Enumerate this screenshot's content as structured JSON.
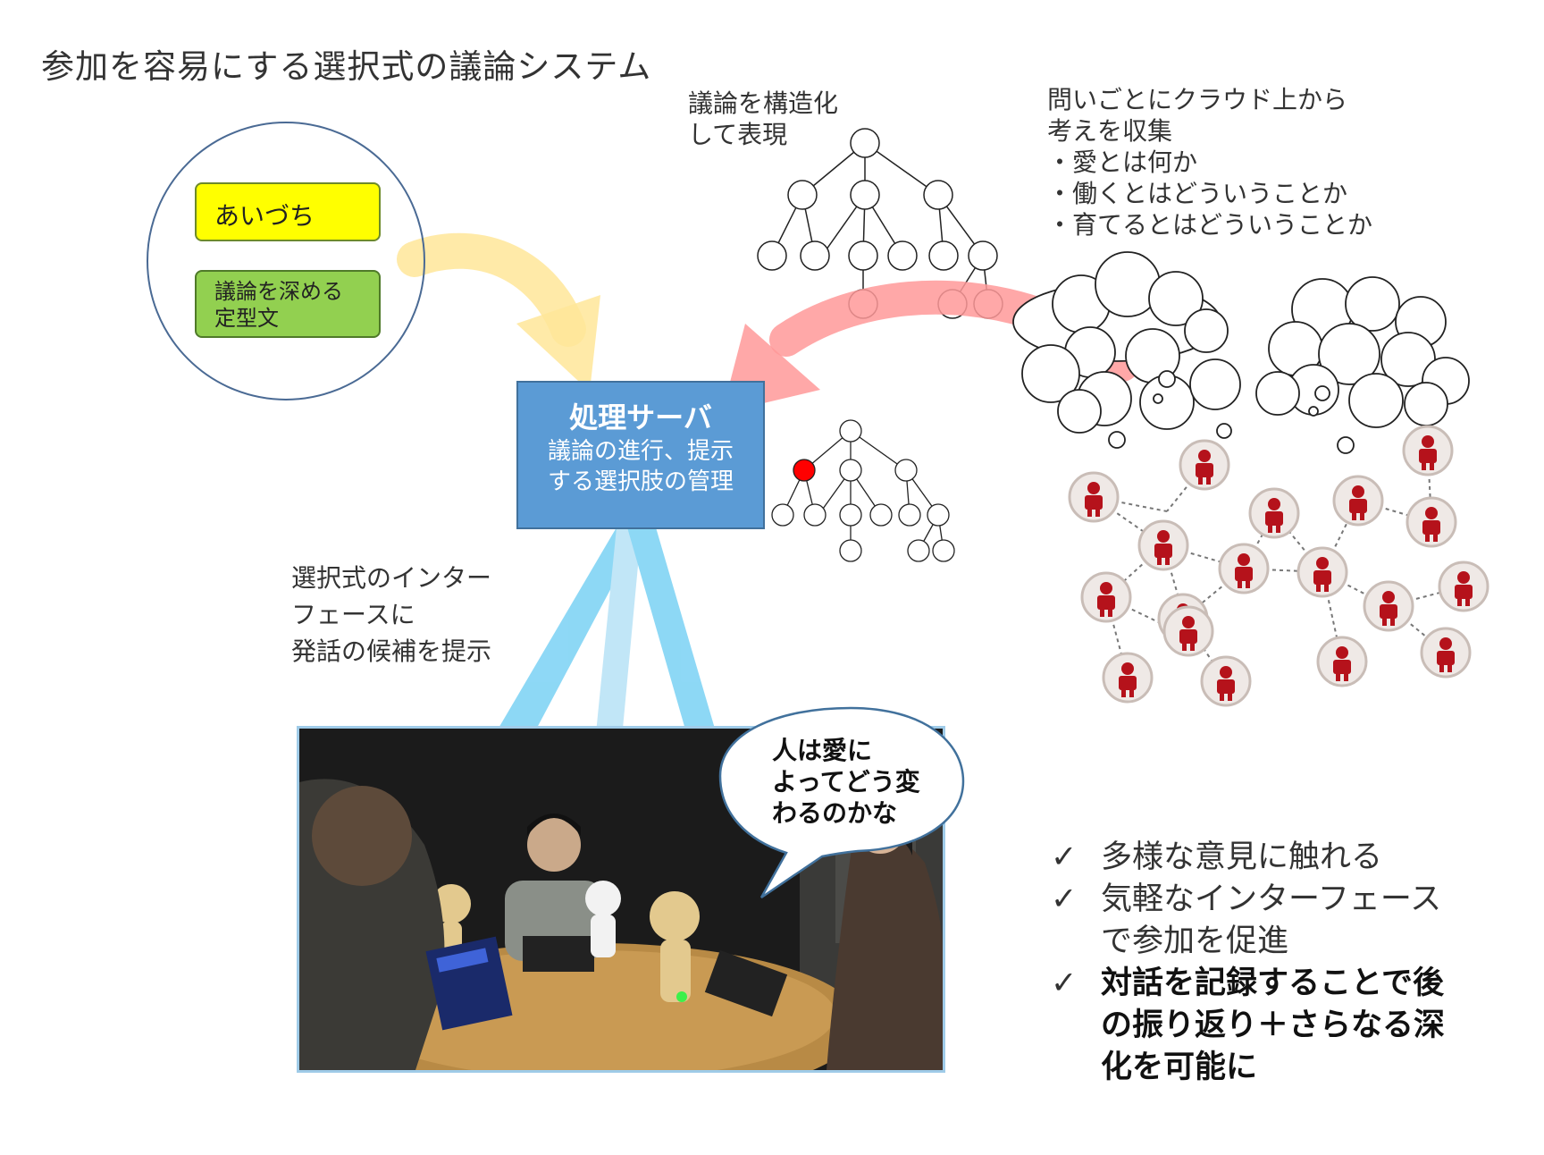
{
  "title": "参加を容易にする選択式の議論システム",
  "structure_label": [
    "議論を構造化",
    "して表現"
  ],
  "cloud_label": [
    "問いごとにクラウド上から",
    "考えを収集"
  ],
  "questions": [
    "・愛とは何か",
    "・働くとはどういうことか",
    "・育てるとはどういうことか"
  ],
  "options": {
    "aizuchi": "あいづち",
    "deepen": [
      "議論を深める",
      "定型文"
    ]
  },
  "server": {
    "title": "処理サーバ",
    "desc": [
      "議論の進行、提示",
      "する選択肢の管理"
    ]
  },
  "interface_label": [
    "選択式のインター",
    "フェースに",
    "発話の候補を提示"
  ],
  "speech_bubble": [
    "人は愛に",
    "よってどう変",
    "わるのかな"
  ],
  "checklist": {
    "mark": "✓",
    "item1": "多様な意見に触れる",
    "item2": [
      "気軽なインターフェース",
      "で参加を促進"
    ],
    "item3": [
      "対話を記録することで後",
      "の振り返り＋さらなる深",
      "化を可能に"
    ]
  },
  "colors": {
    "arrow_yellow": "#ffe699",
    "arrow_red": "#ff9999",
    "arrow_blue": "#5ec8f2",
    "server_fill": "#5b9bd5",
    "aizuchi_fill": "#ffff00",
    "deepen_fill": "#92d050",
    "person_red": "#b5121b",
    "highlight_node": "#ff0000"
  }
}
